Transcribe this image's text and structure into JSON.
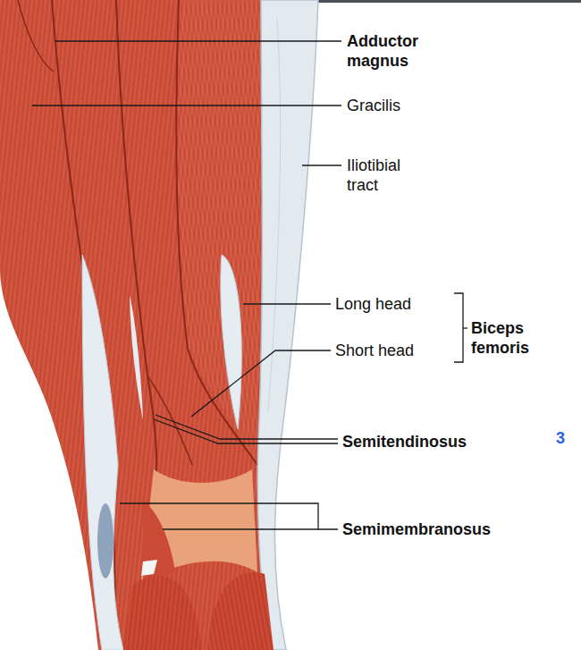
{
  "diagram": {
    "labels": [
      "Adductor magnus",
      "Gracilis",
      "Iliotibial tract",
      "Long head",
      "Short head",
      "Biceps femoris",
      "Semitendinosus",
      "Semimembranosus",
      "3"
    ]
  }
}
